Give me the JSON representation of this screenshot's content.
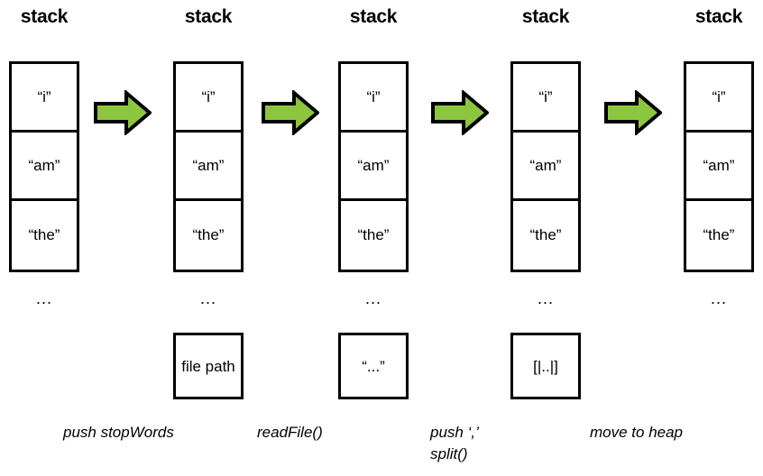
{
  "figure": {
    "kind": "stack-transformation-diagram",
    "background_color": "#ffffff",
    "outline_color": "#000000",
    "arrow_fill_color": "#8CC63E"
  },
  "columns": [
    {
      "id": "stage-1",
      "title": "stack",
      "stack_cells": [
        "“i”",
        "“am”",
        "“the”"
      ],
      "ellipsis": "...",
      "lower_box": null
    },
    {
      "id": "stage-2",
      "title": "stack",
      "stack_cells": [
        "“i”",
        "“am”",
        "“the”"
      ],
      "ellipsis": "...",
      "lower_box": "file\npath"
    },
    {
      "id": "stage-3",
      "title": "stack",
      "stack_cells": [
        "“i”",
        "“am”",
        "“the”"
      ],
      "ellipsis": "...",
      "lower_box": "“...”"
    },
    {
      "id": "stage-4",
      "title": "stack",
      "stack_cells": [
        "“i”",
        "“am”",
        "“the”"
      ],
      "ellipsis": "...",
      "lower_box": "[|..|]"
    },
    {
      "id": "stage-5",
      "title": "stack",
      "stack_cells": [
        "“i”",
        "“am”",
        "“the”"
      ],
      "ellipsis": "...",
      "lower_box": null
    }
  ],
  "arrows": [
    {
      "id": "arrow-1",
      "direction": "right"
    },
    {
      "id": "arrow-2",
      "direction": "right"
    },
    {
      "id": "arrow-3",
      "direction": "right"
    },
    {
      "id": "arrow-4",
      "direction": "right"
    }
  ],
  "captions": [
    {
      "id": "caption-1",
      "text": "push stopWords"
    },
    {
      "id": "caption-2",
      "text": "readFile()"
    },
    {
      "id": "caption-3",
      "text": "push ‘,’\nsplit()"
    },
    {
      "id": "caption-4",
      "text": "move to heap"
    }
  ]
}
